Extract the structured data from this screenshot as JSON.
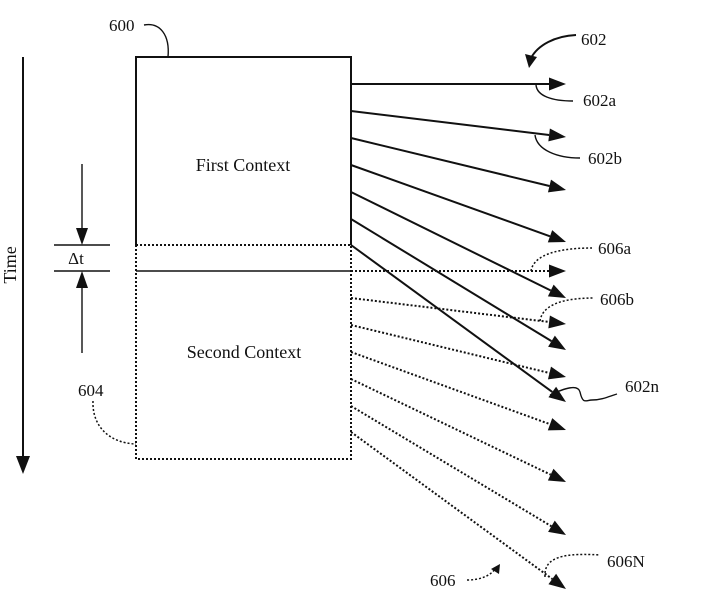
{
  "figure": {
    "time_axis": {
      "label": "Time",
      "direction": "down"
    },
    "delta": {
      "label": "Δt"
    },
    "first_context": {
      "label": "First Context",
      "ref": "600",
      "border": "solid"
    },
    "second_context": {
      "label": "Second Context",
      "ref": "604",
      "border": "dotted"
    },
    "first_arrows": {
      "group_ref": "602",
      "style": "solid",
      "count": 7,
      "labels": [
        {
          "index": 0,
          "ref": "602a"
        },
        {
          "index": 1,
          "ref": "602b"
        },
        {
          "index": 6,
          "ref": "602n"
        }
      ]
    },
    "second_arrows": {
      "group_ref": "606",
      "style": "dotted",
      "count": 7,
      "labels": [
        {
          "index": 0,
          "ref": "606a"
        },
        {
          "index": 1,
          "ref": "606b"
        },
        {
          "index": 6,
          "ref": "606N"
        }
      ]
    },
    "colors": {
      "ink": "#111111",
      "background": "#ffffff"
    }
  }
}
